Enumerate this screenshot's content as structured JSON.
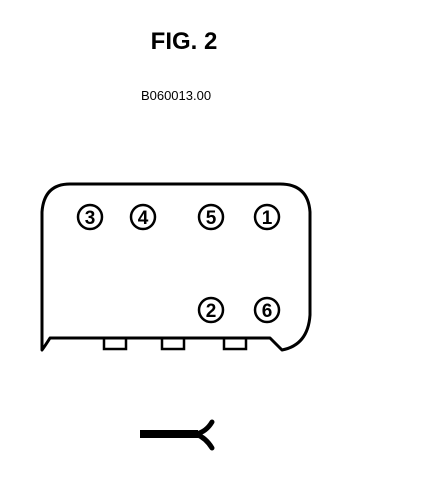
{
  "figure": {
    "title": "FIG. 2",
    "code": "B060013.00"
  },
  "connector": {
    "pins_top_row": [
      "3",
      "4",
      "5",
      "1"
    ],
    "pins_bottom_row": [
      "2",
      "6"
    ]
  },
  "colors": {
    "ink": "#000000",
    "paper": "#ffffff"
  }
}
